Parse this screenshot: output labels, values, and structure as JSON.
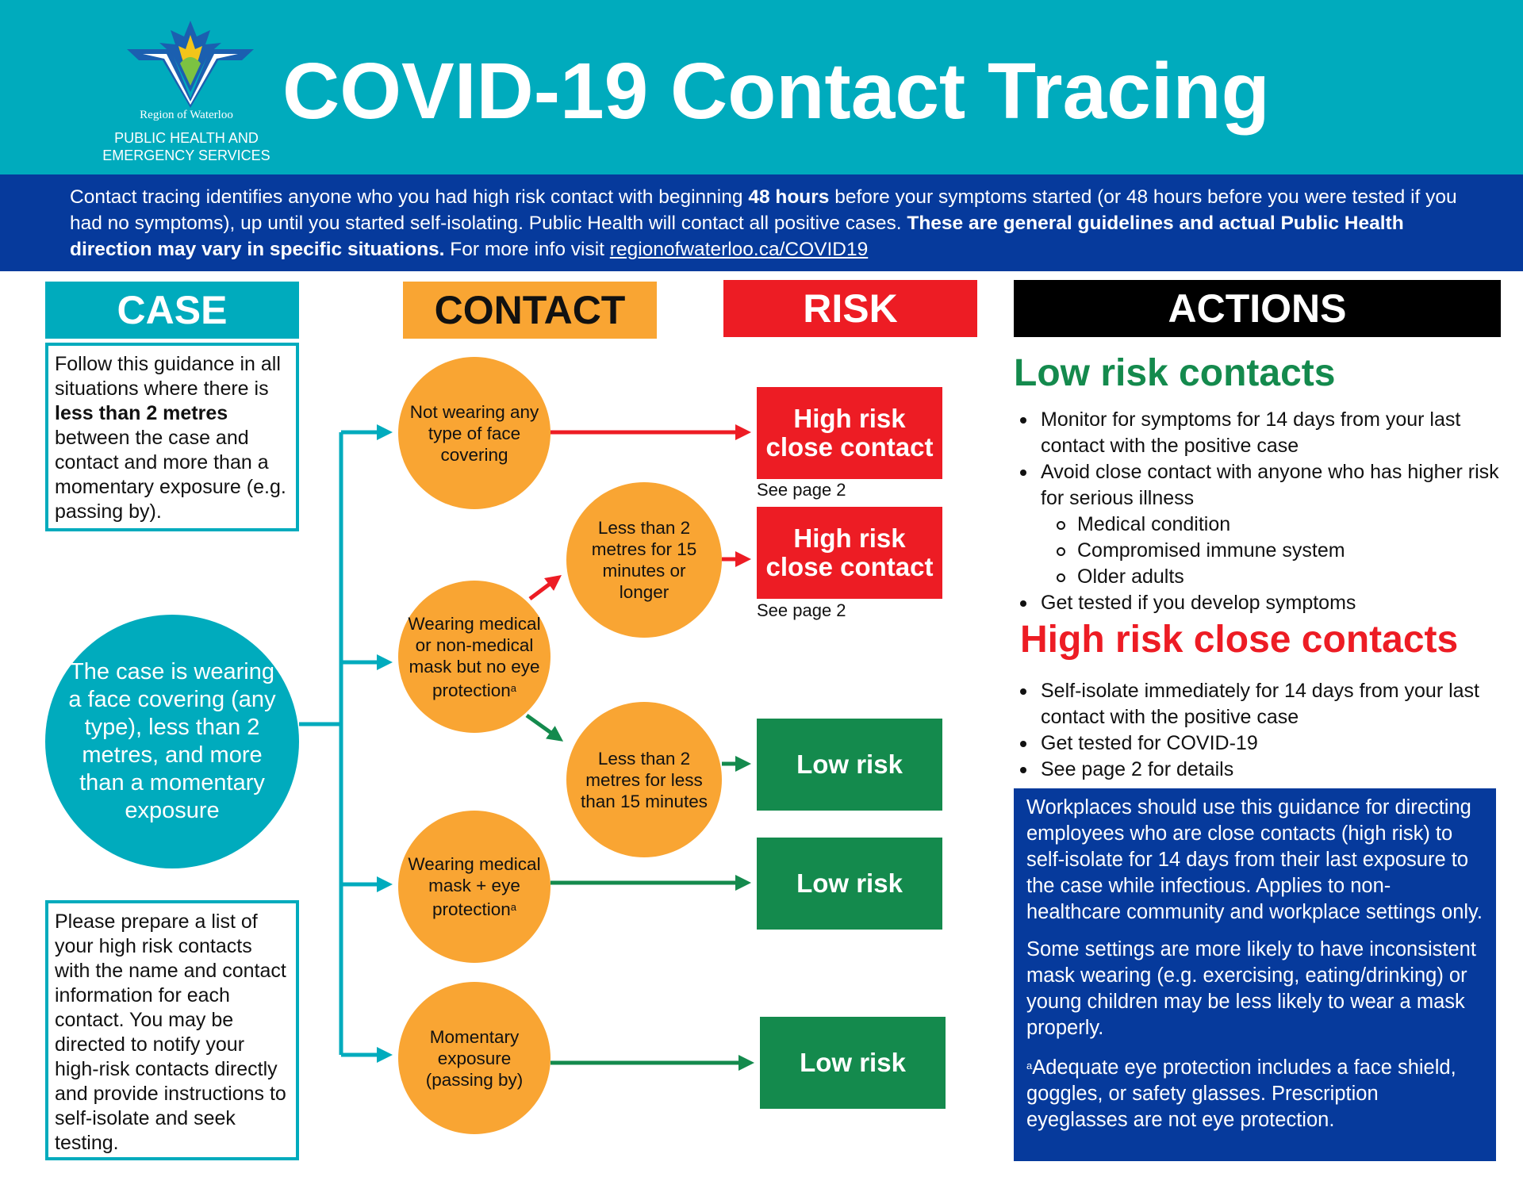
{
  "header": {
    "title": "COVID-19 Contact Tracing",
    "org_name": "Region of Waterloo",
    "org_dept_line1": "PUBLIC HEALTH AND",
    "org_dept_line2": "EMERGENCY SERVICES",
    "logo_icon": "region-of-waterloo-logo"
  },
  "intro": {
    "t1": "Contact tracing identifies anyone who you had high risk contact with beginning ",
    "b1": "48 hours",
    "t2": " before your symptoms started (or 48 hours before you were tested if you had no symptoms), up until you started self-isolating. Public Health will contact all positive cases. ",
    "b2": "These are general guidelines and actual Public Health direction may vary in specific situations.",
    "t3": " For more info visit ",
    "link": "regionofwaterloo.ca/COVID19"
  },
  "columns": {
    "case": "CASE",
    "contact": "CONTACT",
    "risk": "RISK",
    "actions": "ACTIONS"
  },
  "case": {
    "guidance_t1": "Follow this guidance in all situations where there is ",
    "guidance_b": "less than 2 metres",
    "guidance_t2": " between the case and contact and more than a momentary exposure (e.g. passing by).",
    "circle": "The case is wearing a face covering (any type), less than 2 metres, and more than a momentary exposure",
    "prepare": "Please prepare a list of your high risk contacts with the name and contact information for each contact. You may be directed to notify your high-risk contacts directly and provide instructions to self-isolate and seek testing."
  },
  "contacts": {
    "c1": "Not wearing any type of face covering",
    "c2": "Wearing medical or non-medical mask but no eye protection",
    "c2_sup": "a",
    "c3": "Wearing medical mask + eye protection",
    "c3_sup": "a",
    "c4": "Momentary exposure (passing by)",
    "c5": "Less than 2 metres for 15 minutes or longer",
    "c6": "Less than 2 metres for less than 15 minutes"
  },
  "risks": {
    "high": "High risk close contact",
    "low": "Low risk",
    "see_page": "See page 2"
  },
  "actions": {
    "low_heading": "Low risk contacts",
    "low_items": [
      "Monitor for symptoms for 14 days from your last contact with the positive case",
      "Avoid close contact with anyone who has higher risk for serious illness"
    ],
    "low_subitems": [
      "Medical condition",
      "Compromised immune system",
      "Older adults"
    ],
    "low_last": "Get tested if you develop symptoms",
    "high_heading": "High risk close contacts",
    "high_items": [
      "Self-isolate immediately for 14 days from your last contact with the positive case",
      "Get tested for COVID-19",
      "See page 2 for details"
    ],
    "workplace_p1": "Workplaces should use this guidance for directing employees who are close contacts (high risk) to self-isolate for 14 days from their last exposure to the case while infectious. Applies to non-healthcare community and workplace settings only.",
    "workplace_p2": "Some settings are more likely to have inconsistent mask wearing (e.g. exercising, eating/drinking) or young children may be less likely to wear a mask properly.",
    "workplace_p3_sup": "a",
    "workplace_p3": "Adequate eye protection includes a face shield, goggles, or safety glasses. Prescription eyeglasses are not eye protection."
  },
  "colors": {
    "teal": "#00abbd",
    "navy": "#063a9c",
    "orange": "#f9a533",
    "red": "#ed1c24",
    "green": "#148a4d",
    "black": "#000000"
  }
}
